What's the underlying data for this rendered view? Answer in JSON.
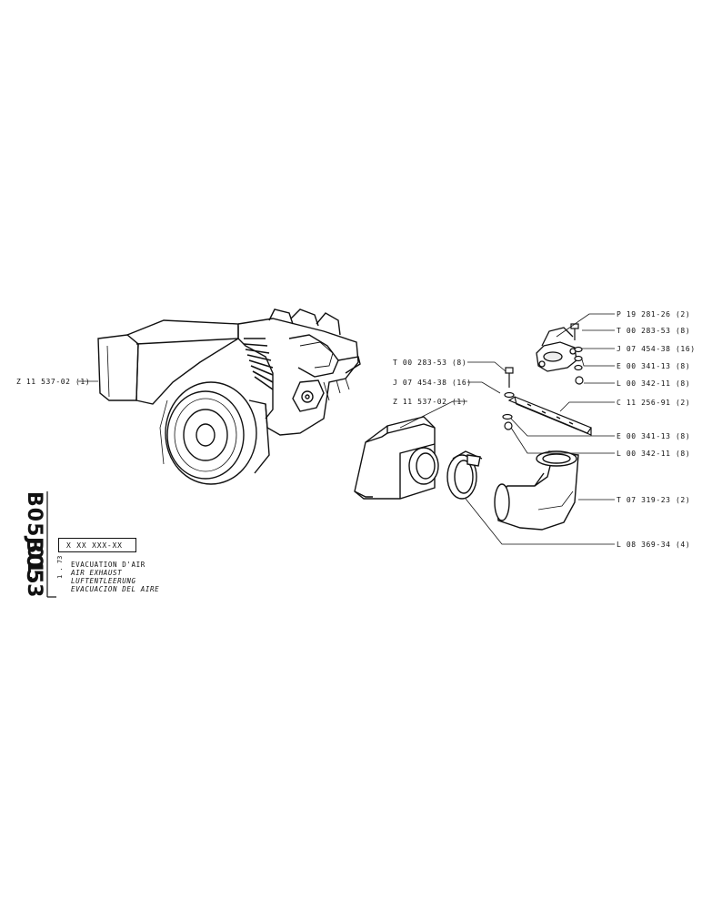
{
  "engine_label": "Z 11 537-02 (1)",
  "right_labels": [
    {
      "text": "P 19 281-26 (2)"
    },
    {
      "text": "T 00 283-53 (8)"
    },
    {
      "text": "J 07 454-38 (16)"
    },
    {
      "text": "E 00 341-13 (8)"
    },
    {
      "text": "L 00 342-11 (8)"
    },
    {
      "text": "C 11 256-91 (2)"
    },
    {
      "text": "E 00 341-13 (8)"
    },
    {
      "text": "L 00 342-11 (8)"
    },
    {
      "text": "T 07 319-23 (2)"
    },
    {
      "text": "L 08 369-34 (4)"
    }
  ],
  "center_labels": [
    {
      "text": "T 00 283-53 (8)"
    },
    {
      "text": "J 07 454-38 (16)"
    },
    {
      "text": "Z 11 537-02 (1)"
    }
  ],
  "title_block": {
    "group_code": "B05",
    "section_code": "J01.3",
    "date": "1 . 73",
    "ref_code": "X XX XXX-XX",
    "descriptions": [
      "EVACUATION D'AIR",
      "AIR EXHAUST",
      "LUFTENTLEERUNG",
      "EVACUACION DEL AIRE"
    ]
  }
}
